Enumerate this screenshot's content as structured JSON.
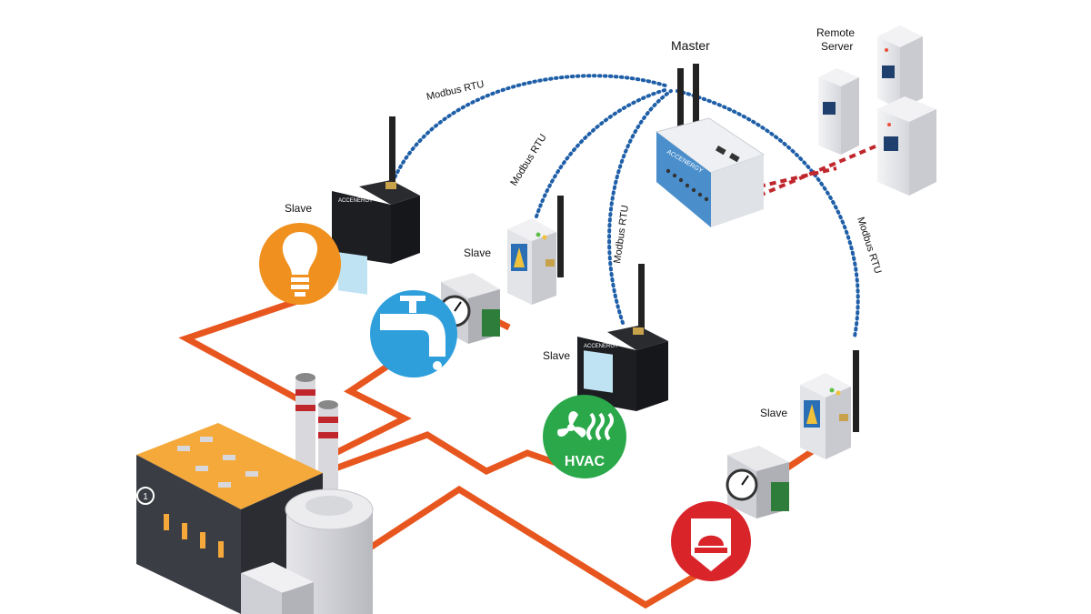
{
  "labels": {
    "master": "Master",
    "remote_server_line1": "Remote",
    "remote_server_line2": "Server",
    "slave": "Slave",
    "modbus": "Modbus RTU",
    "hvac": "HVAC",
    "brand": "ACCENERGY",
    "factory_badge": "1"
  },
  "colors": {
    "wire": "#e8561f",
    "modbus_dots": "#1f5fa8",
    "ethernet": "#c0272d",
    "light_icon": "#f0901e",
    "water_icon": "#2f9fdc",
    "hvac_icon": "#2aa84a",
    "alarm_icon": "#d9242a",
    "factory_roof": "#f4a93a",
    "factory_body": "#3a3d44",
    "master_body": "#4a8fcc"
  },
  "icons": [
    "light-bulb-icon",
    "water-tap-icon",
    "hvac-fan-icon",
    "alarm-light-icon",
    "power-meter-icon",
    "water-meter-icon",
    "gateway-icon",
    "server-icon"
  ]
}
